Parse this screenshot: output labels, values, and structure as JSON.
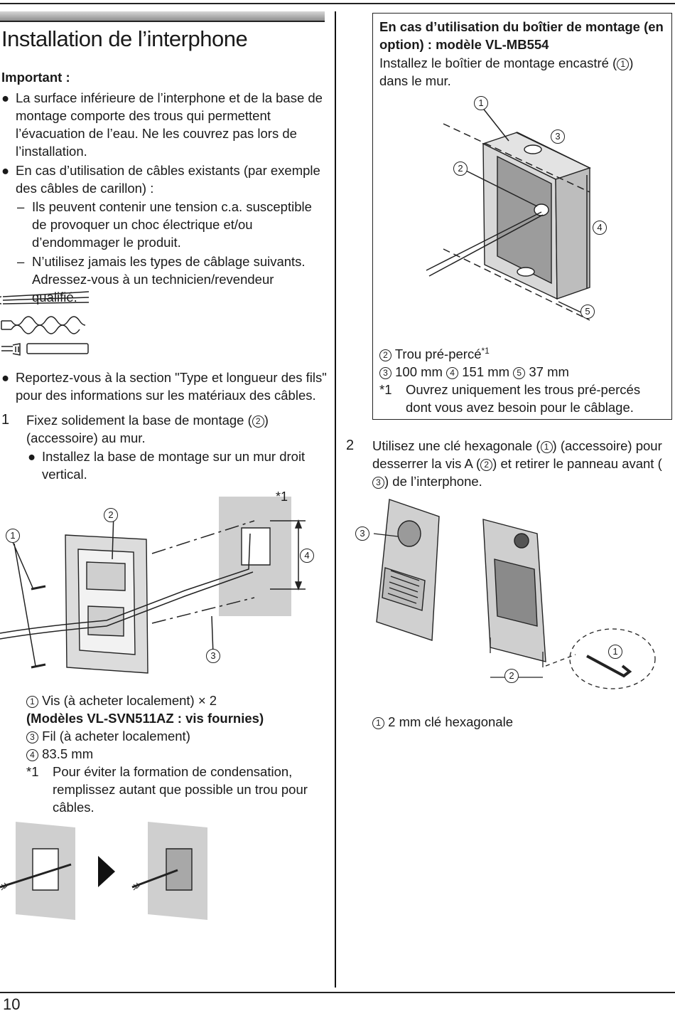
{
  "page": {
    "number": "10",
    "title": "Installation de l’interphone"
  },
  "important": {
    "heading": "Important :",
    "bullet1": "La surface inférieure de l’interphone et de la base de montage comporte des trous qui permettent l’évacuation de l’eau. Ne les couvrez pas lors de l’installation.",
    "bullet2": "En cas d’utilisation de câbles existants (par exemple des câbles de carillon) :",
    "dash1": "Ils peuvent contenir une tension c.a. susceptible de provoquer un choc électrique et/ou d’endommager le produit.",
    "dash2": "N’utilisez jamais les types de câblage suivants. Adressez-vous à un technicien/revendeur qualifié.",
    "bullet3": "Reportez-vous à la section \"Type et longueur des fils\" pour des informations sur les matériaux des câbles."
  },
  "step1": {
    "number": "1",
    "text_a": "Fixez solidement la base de montage (",
    "text_b": ") (accessoire) au mur.",
    "sub": "Installez la base de montage sur un mur droit vertical.",
    "legend": {
      "item1": "Vis (à acheter localement) × 2",
      "item1_models": "(Modèles VL-SVN511AZ : vis fournies)",
      "item3": "Fil (à acheter localement)",
      "item4": "83.5 mm",
      "note_mark": "*1",
      "note": "Pour éviter la formation de condensation, remplissez autant que possible un trou pour câbles."
    }
  },
  "optional_box": {
    "heading": "En cas d’utilisation du boîtier de montage (en option) : modèle VL-MB554",
    "text_a": "Installez le boîtier de montage encastré (",
    "text_b": ") dans le mur.",
    "legend_hole": "Trou pré-percé",
    "legend_hole_mark": "*1",
    "dim3": "100 mm",
    "dim4": "151 mm",
    "dim5": "37 mm",
    "note_mark": "*1",
    "note": "Ouvrez uniquement les trous pré-percés dont vous avez besoin pour le câblage."
  },
  "step2": {
    "number": "2",
    "text_a": "Utilisez une clé hexagonale (",
    "text_b": ") (accessoire) pour desserrer la vis A (",
    "text_c": ") et retirer le panneau avant (",
    "text_d": ") de l’interphone.",
    "legend": "2 mm clé hexagonale"
  },
  "callouts": {
    "c1": "1",
    "c2": "2",
    "c3": "3",
    "c4": "4",
    "c5": "5",
    "star1": "*1"
  }
}
